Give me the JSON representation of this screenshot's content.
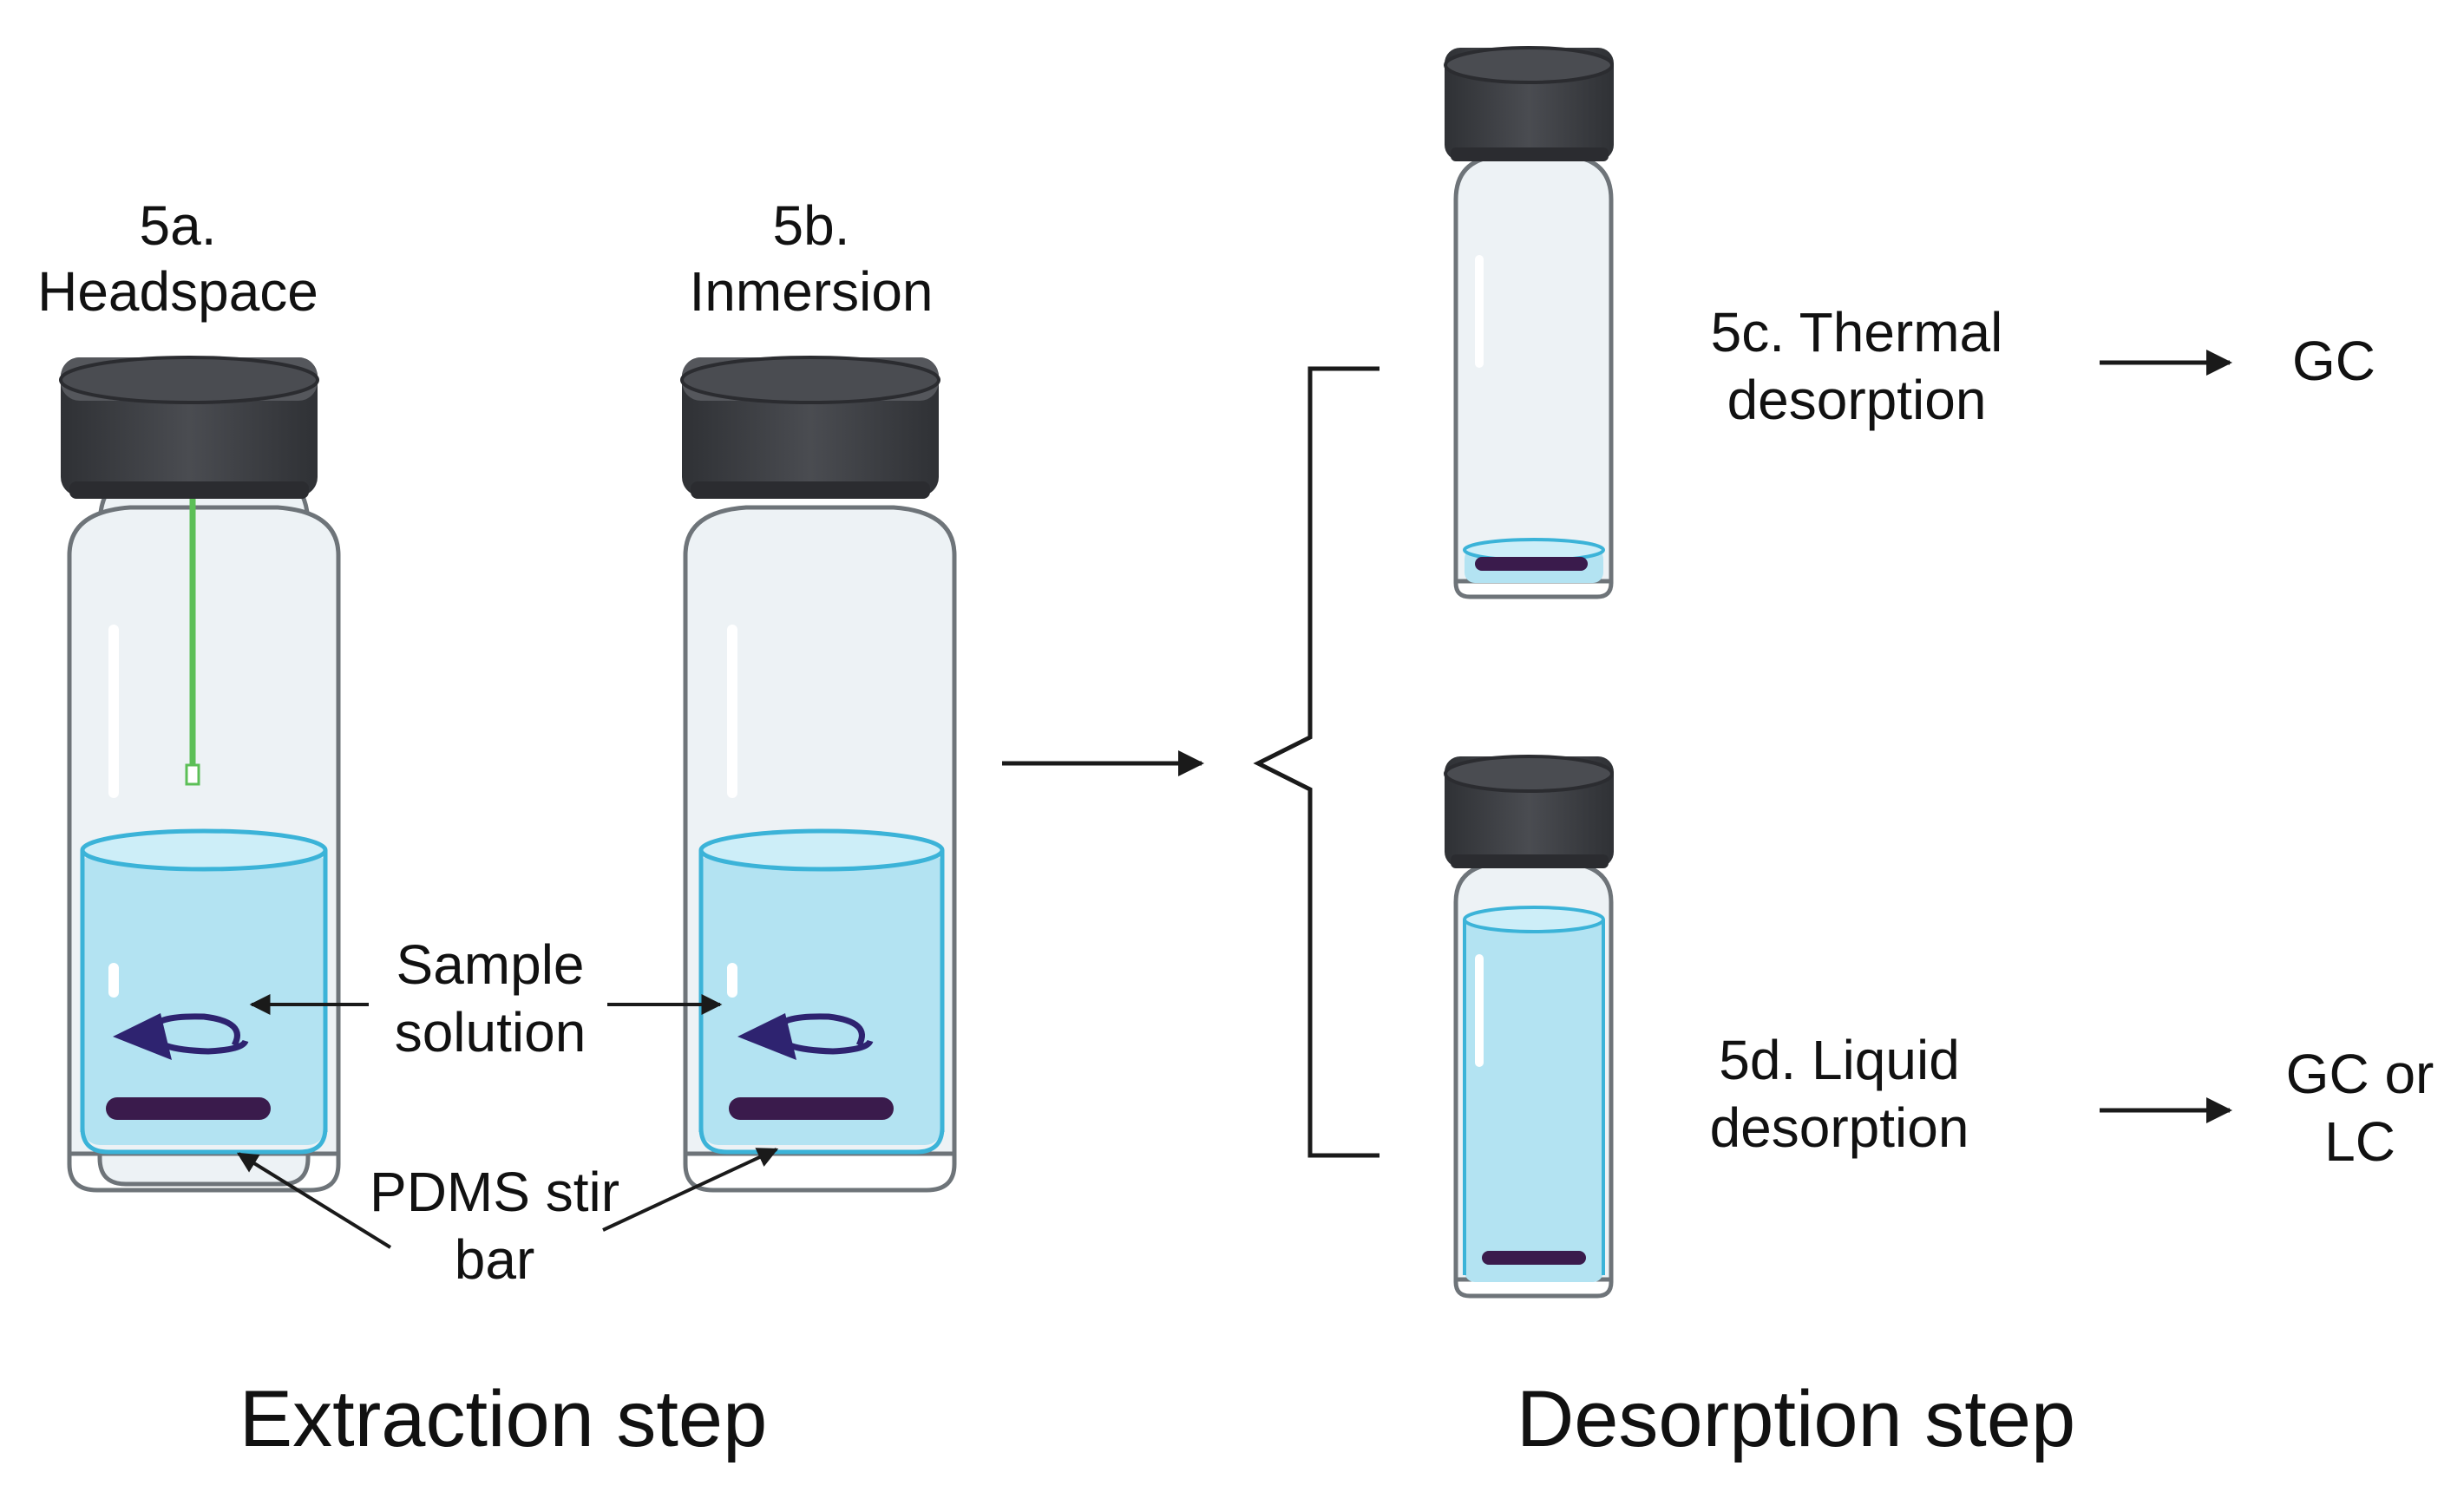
{
  "extraction": {
    "vial_a_label_line1": "5a.",
    "vial_a_label_line2": "Headspace",
    "vial_b_label_line1": "5b.",
    "vial_b_label_line2": "Inmersion",
    "sample_label_line1": "Sample",
    "sample_label_line2": "solution",
    "stirbar_label_line1": "PDMS stir",
    "stirbar_label_line2": "bar",
    "step_title": "Extraction step"
  },
  "desorption": {
    "thermal_label_line1": "5c. Thermal",
    "thermal_label_line2": "desorption",
    "thermal_result": "GC",
    "liquid_label_line1": "5d. Liquid",
    "liquid_label_line2": "desorption",
    "liquid_result_line1": "GC or",
    "liquid_result_line2": "LC",
    "step_title": "Desorption step"
  },
  "colors": {
    "cap": "#3d3f43",
    "cap_edge": "#2b2c30",
    "glass": "#edf2f5",
    "glass_edge": "#6e7479",
    "liquid": "#b3e3f2",
    "liquid_top": "#3bb3d8",
    "stir_bar": "#3a1b4c",
    "rotation_arrow": "#2e2370",
    "fiber": "#5cbf57",
    "line": "#1a1a1a"
  }
}
